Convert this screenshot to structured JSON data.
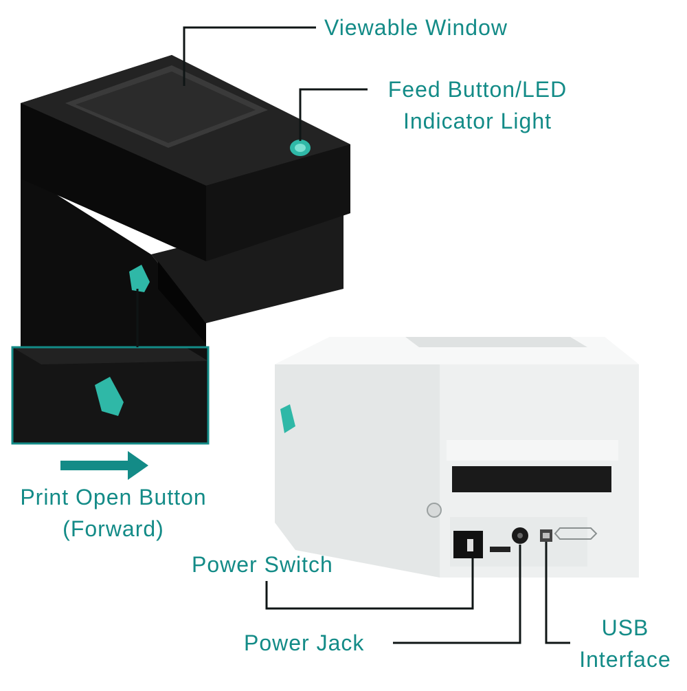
{
  "colors": {
    "accent": "#138b87",
    "callout_line": "#0f1515",
    "black_printer": "#141414",
    "white_printer": "#eef0f0",
    "teal_part": "#2fb8a7"
  },
  "labels": {
    "viewable_window": "Viewable Window",
    "feed_button_line1": "Feed Button/LED",
    "feed_button_line2": "Indicator Light",
    "print_open_line1": "Print Open Button",
    "print_open_line2": "(Forward)",
    "power_switch": "Power Switch",
    "power_jack": "Power Jack",
    "usb_line1": "USB",
    "usb_line2": "Interface"
  }
}
